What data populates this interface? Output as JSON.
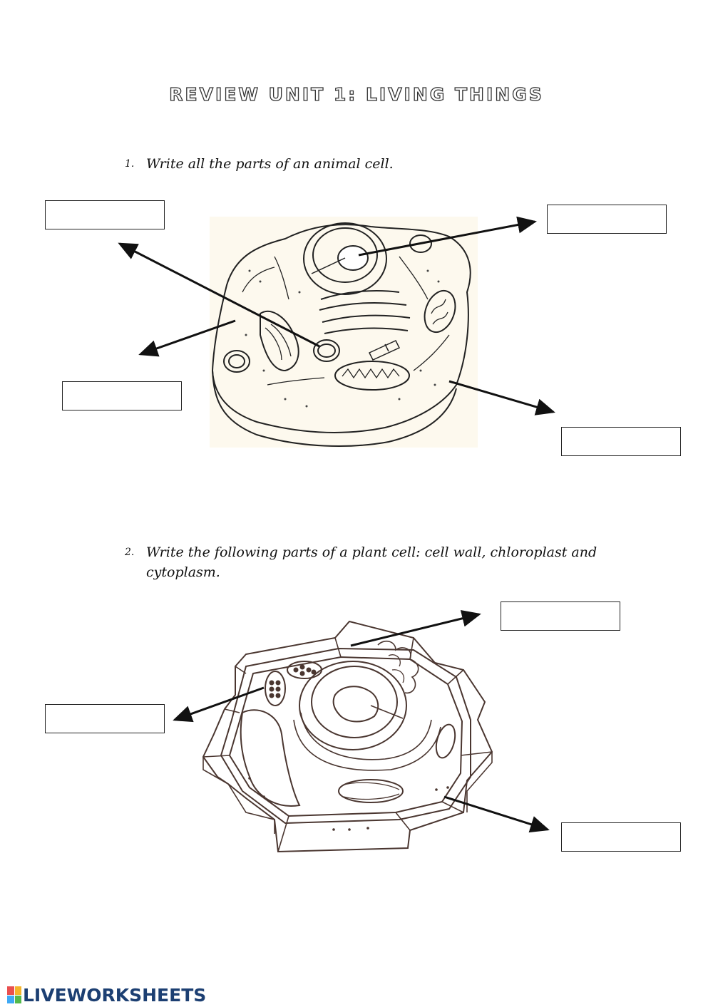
{
  "worksheet": {
    "title": "REVIEW UNIT 1: LIVING THINGS",
    "question1": {
      "number": "1.",
      "text": "Write all the parts of an animal cell."
    },
    "question2": {
      "number": "2.",
      "text_intro": "Write the following parts of a plant cell: ",
      "text_parts": "cell wall, chloroplast and cytoplasm."
    },
    "answer_boxes": [
      "",
      "",
      "",
      "",
      "",
      "",
      ""
    ]
  },
  "branding": {
    "logo_text": "LIVEWORKSHEETS",
    "colors": {
      "brand": "#1c3f72",
      "icon": [
        "#e94f4f",
        "#f4b42b",
        "#3fa9f5",
        "#53b94b"
      ]
    }
  }
}
